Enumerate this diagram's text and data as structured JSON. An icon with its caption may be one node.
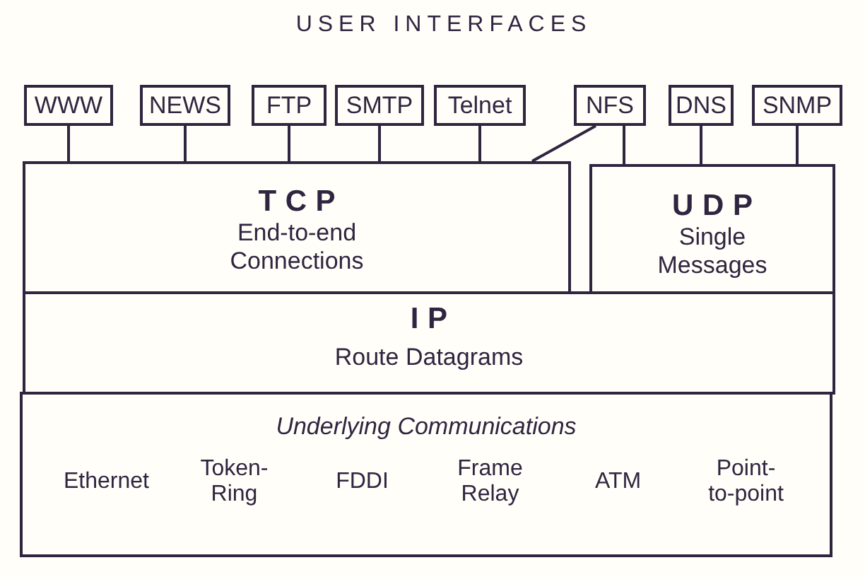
{
  "diagram": {
    "title": "USER INTERFACES",
    "nodes": [
      {
        "text": [
          "WWW"
        ]
      },
      {
        "text": [
          "NEWS"
        ]
      },
      {
        "text": [
          "FTP"
        ]
      },
      {
        "text": [
          "SMTP"
        ]
      },
      {
        "text": [
          "Telnet"
        ]
      },
      {
        "text": [
          "NFS"
        ]
      },
      {
        "text": [
          "DNS"
        ]
      },
      {
        "text": [
          "SNMP"
        ]
      },
      {
        "text": [
          "TCP",
          "End-to-end Connections"
        ]
      },
      {
        "text": [
          "UDP",
          "Single Messages"
        ]
      },
      {
        "text": [
          "IP",
          "Route Datagrams"
        ]
      },
      {
        "text": [
          "Underlying Communications",
          "Ethernet",
          "Token-Ring",
          "FDDI",
          "Frame Relay",
          "ATM",
          "Point-to-point"
        ]
      }
    ],
    "edges": [
      {
        "from": 0,
        "to": 8,
        "arrow": "none"
      },
      {
        "from": 1,
        "to": 8,
        "arrow": "none"
      },
      {
        "from": 2,
        "to": 8,
        "arrow": "none"
      },
      {
        "from": 3,
        "to": 8,
        "arrow": "none"
      },
      {
        "from": 4,
        "to": 8,
        "arrow": "none"
      },
      {
        "from": 5,
        "to": 8,
        "arrow": "none"
      },
      {
        "from": 5,
        "to": 9,
        "arrow": "none"
      },
      {
        "from": 6,
        "to": 9,
        "arrow": "none"
      },
      {
        "from": 7,
        "to": 9,
        "arrow": "none"
      }
    ]
  }
}
